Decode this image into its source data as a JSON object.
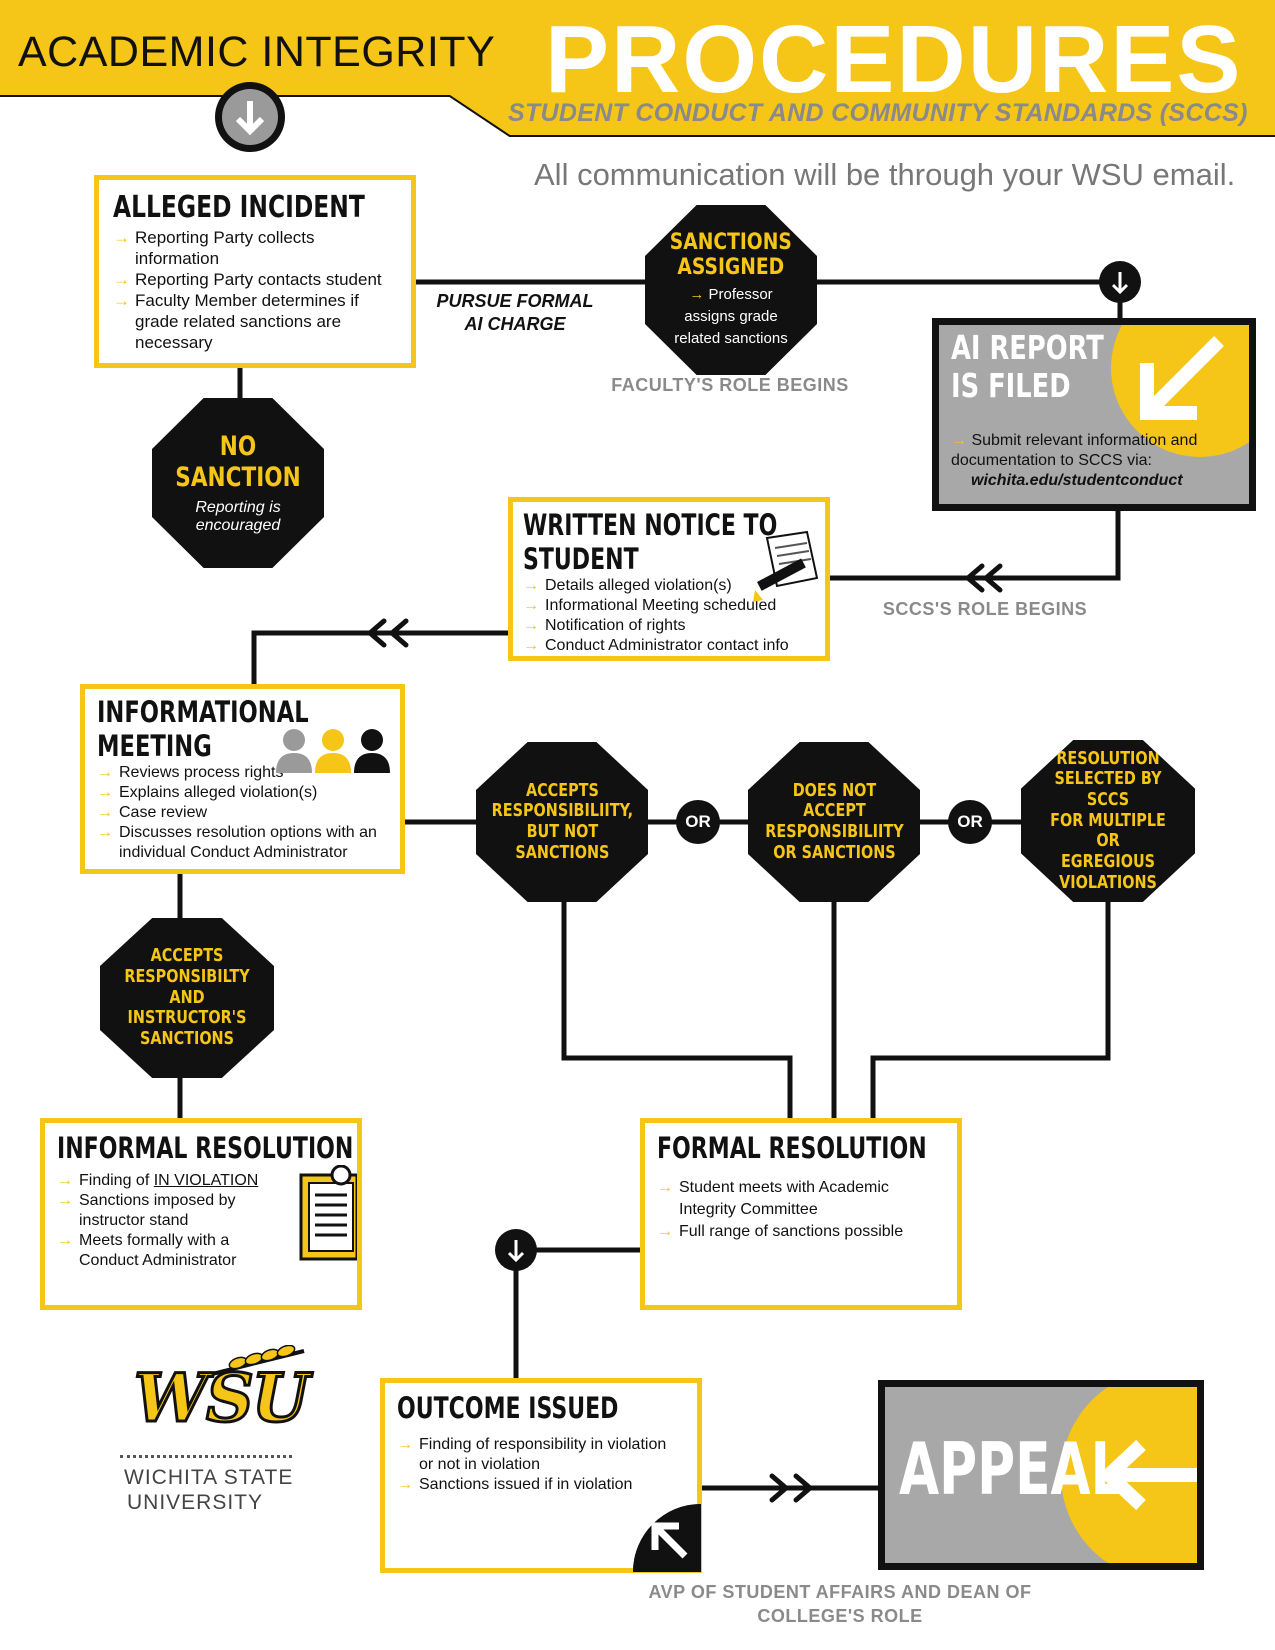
{
  "header": {
    "left_title": "ACADEMIC INTEGRITY",
    "big_title": "PROCEDURES",
    "subtitle": "STUDENT CONDUCT AND COMMUNITY STANDARDS (SCCS)"
  },
  "notice": "All communication will be through your WSU email.",
  "alleged_incident": {
    "title": "ALLEGED INCIDENT",
    "items": [
      "Reporting Party collects information",
      "Reporting Party contacts student",
      "Faculty Member determines if grade related sanctions are necessary"
    ]
  },
  "pursue_label": [
    "PURSUE FORMAL",
    "AI CHARGE"
  ],
  "sanctions_assigned": {
    "title": [
      "SANCTIONS",
      "ASSIGNED"
    ],
    "item": "Professor assigns grade related sanctions"
  },
  "faculty_role": "FACULTY'S ROLE BEGINS",
  "no_sanction": {
    "title": "NO SANCTION",
    "sub": "Reporting is encouraged"
  },
  "ai_report": {
    "title": [
      "AI REPORT",
      "IS FILED"
    ],
    "item": "Submit relevant information and documentation to SCCS via:",
    "link": "wichita.edu/studentconduct"
  },
  "written_notice": {
    "title": [
      "WRITTEN NOTICE TO",
      "STUDENT"
    ],
    "items": [
      "Details alleged violation(s)",
      "Informational Meeting scheduled",
      "Notification of rights",
      "Conduct Administrator contact info"
    ]
  },
  "sccs_role": "SCCS'S ROLE BEGINS",
  "informational_meeting": {
    "title": [
      "INFORMATIONAL",
      "MEETING"
    ],
    "items": [
      "Reviews process rights",
      "Explains alleged violation(s)",
      "Case review",
      "Discusses resolution options with an individual Conduct Administrator"
    ]
  },
  "oct_accepts_not_sanctions": [
    "ACCEPTS",
    "RESPONSIBILIITY,",
    "BUT NOT",
    "SANCTIONS"
  ],
  "or_label": "OR",
  "oct_does_not_accept": [
    "DOES NOT ACCEPT",
    "RESPONSIBILIITY",
    "OR SANCTIONS"
  ],
  "oct_resolution_selected": [
    "RESOLUTION",
    "SELECTED BY  SCCS",
    "FOR MULTIPLE OR",
    "EGREGIOUS",
    "VIOLATIONS"
  ],
  "oct_accepts_instructor": [
    "ACCEPTS",
    "RESPONSIBILTY",
    "AND INSTRUCTOR'S",
    "SANCTIONS"
  ],
  "informal_resolution": {
    "title": "INFORMAL RESOLUTION",
    "finding_prefix": "Finding of ",
    "finding_value": "IN VIOLATION",
    "items": [
      "Sanctions imposed by instructor stand",
      "Meets formally with a Conduct Administrator"
    ]
  },
  "formal_resolution": {
    "title": "FORMAL RESOLUTION",
    "items": [
      "Student meets with Academic Integrity Committee",
      "Full range of sanctions possible"
    ]
  },
  "outcome_issued": {
    "title": "OUTCOME ISSUED",
    "items": [
      "Finding of responsibility in violation or not in violation",
      "Sanctions issued if in violation"
    ]
  },
  "appeal": "APPEAL",
  "avp_role": [
    "AVP OF STUDENT AFFAIRS AND DEAN OF",
    "COLLEGE'S ROLE"
  ],
  "logo": {
    "mark": "WSU",
    "name_line1": "WICHITA STATE",
    "name_line2": "UNIVERSITY"
  },
  "colors": {
    "gold": "#f5c518",
    "black": "#111111",
    "gray": "#a8a8a8",
    "role_gray": "#8a8a8a"
  }
}
